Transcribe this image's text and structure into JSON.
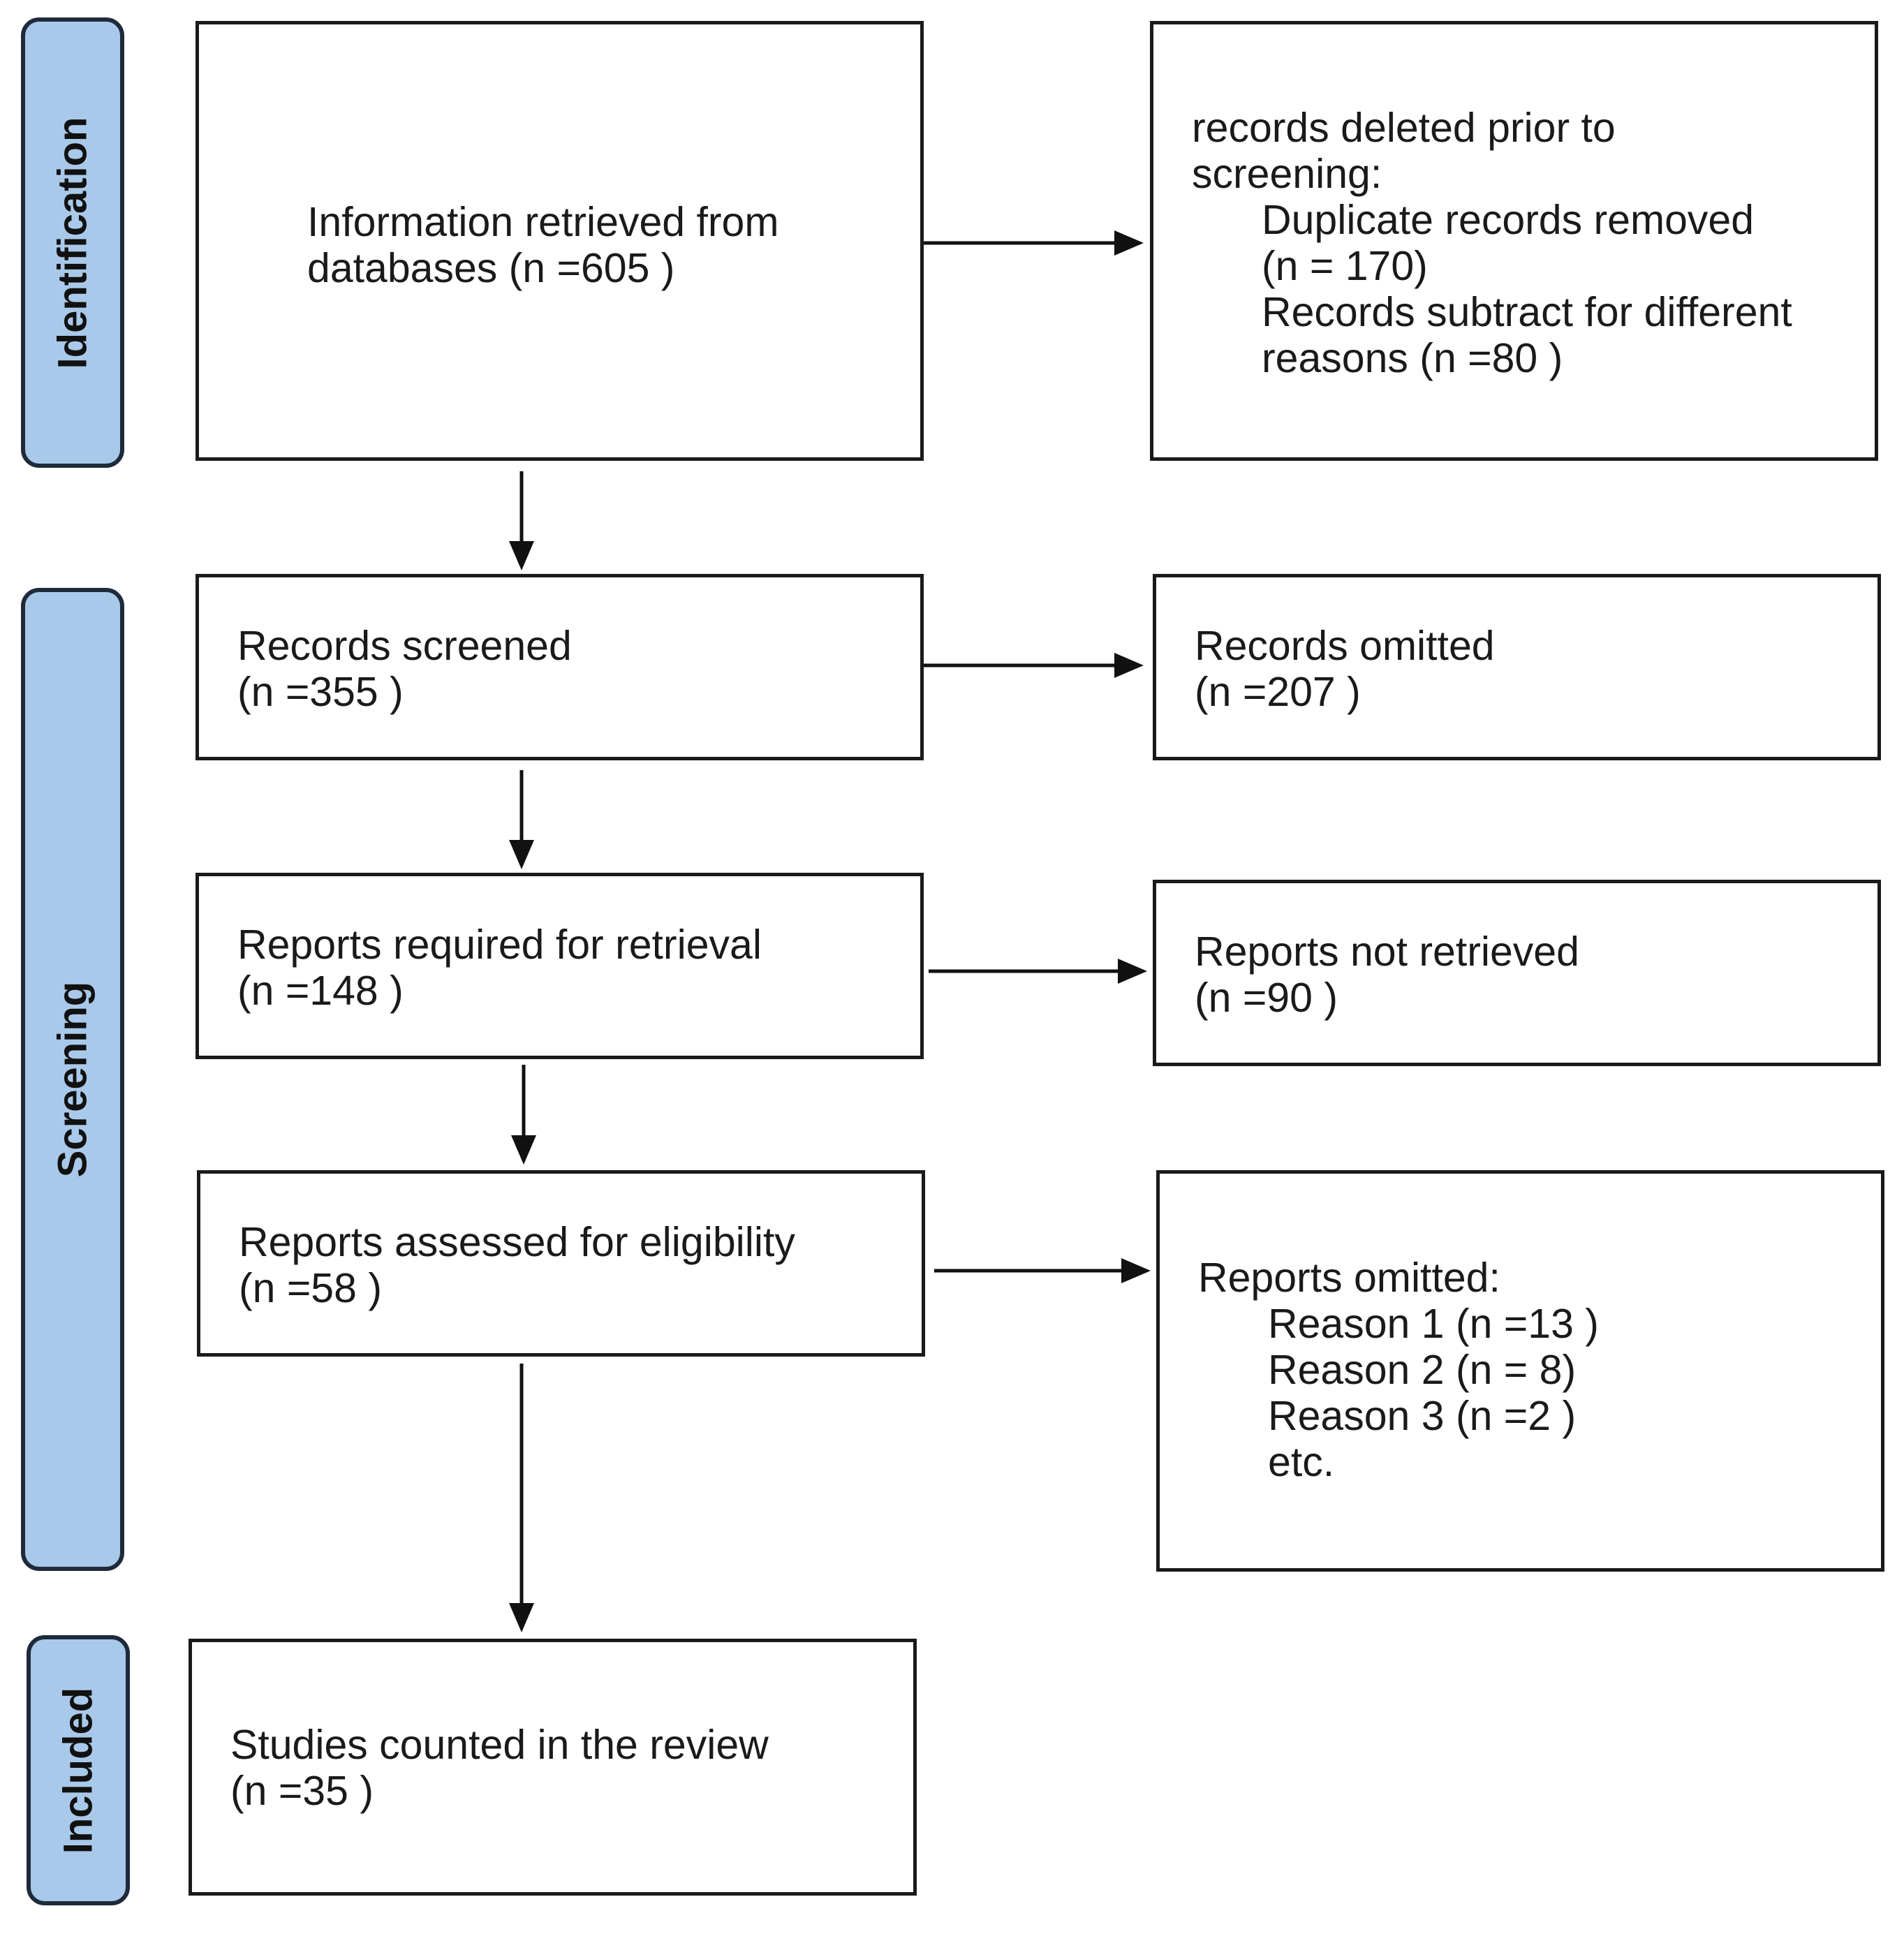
{
  "phases": {
    "identification": "Identification",
    "screening": "Screening",
    "included": "Included"
  },
  "identification": {
    "databases_line1": "Information retrieved from",
    "databases_line2": "databases (n =605 )",
    "removed_line1": "records deleted prior to",
    "removed_line2": "screening:",
    "removed_line3": "Duplicate records removed",
    "removed_line4": "(n = 170)",
    "removed_line5": "Records subtract for different",
    "removed_line6": "reasons (n =80 )"
  },
  "screening": {
    "screened_line1": "Records screened",
    "screened_line2": "(n =355 )",
    "omitted_line1": "Records omitted",
    "omitted_line2": "(n =207 )",
    "retrieval_line1": "Reports required for retrieval",
    "retrieval_line2": "(n =148 )",
    "not_retrieved_line1": "Reports not retrieved",
    "not_retrieved_line2": "(n =90 )",
    "eligibility_line1": "Reports assessed for eligibility",
    "eligibility_line2": "(n =58 )",
    "reports_omitted_line1": "Reports omitted:",
    "reason1": "Reason 1 (n =13 )",
    "reason2": "Reason 2 (n = 8)",
    "reason3": "Reason 3 (n =2 )",
    "etc": "etc."
  },
  "included": {
    "studies_line1": "Studies counted in the review",
    "studies_line2": "(n =35 )"
  }
}
